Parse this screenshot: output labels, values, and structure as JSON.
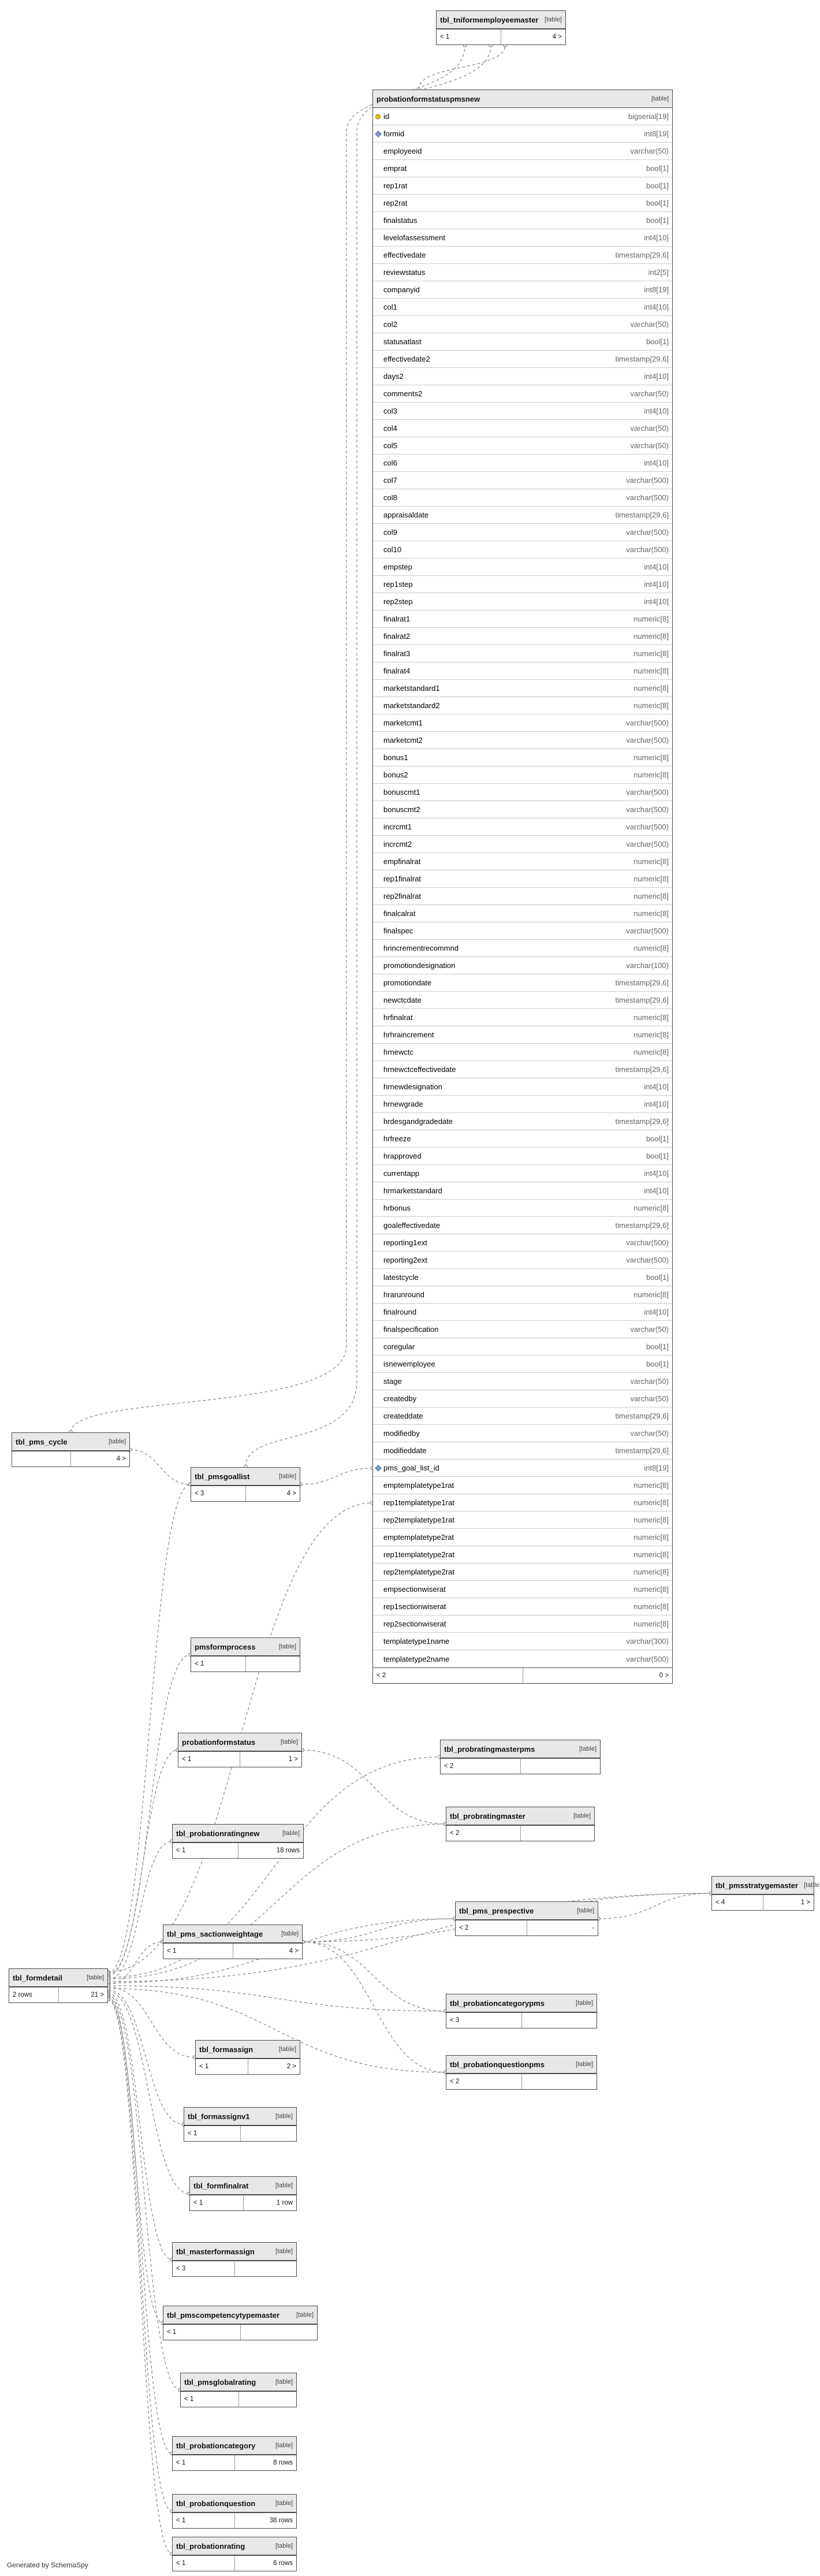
{
  "meta": {
    "generated_by": "Generated by SchemaSpy",
    "badge": "[table]"
  },
  "diagram": {
    "tables": [
      {
        "id": "tni",
        "name": "tbl_tniformemployeemaster",
        "footer_left": "< 1",
        "footer_right": "4 >"
      },
      {
        "id": "pmsnew",
        "name": "probationformstatuspmsnew",
        "footer_left": "< 2",
        "footer_right": "0 >",
        "columns": [
          {
            "n": "id",
            "t": "bigserial[19]",
            "k": "pk"
          },
          {
            "n": "formid",
            "t": "int8[19]",
            "k": "fk"
          },
          {
            "n": "employeeid",
            "t": "varchar(50)"
          },
          {
            "n": "emprat",
            "t": "bool[1]"
          },
          {
            "n": "rep1rat",
            "t": "bool[1]"
          },
          {
            "n": "rep2rat",
            "t": "bool[1]"
          },
          {
            "n": "finalstatus",
            "t": "bool[1]"
          },
          {
            "n": "levelofassessment",
            "t": "int4[10]"
          },
          {
            "n": "effectivedate",
            "t": "timestamp[29,6]"
          },
          {
            "n": "reviewstatus",
            "t": "int2[5]"
          },
          {
            "n": "companyid",
            "t": "int8[19]"
          },
          {
            "n": "col1",
            "t": "int4[10]"
          },
          {
            "n": "col2",
            "t": "varchar(50)"
          },
          {
            "n": "statusatlast",
            "t": "bool[1]"
          },
          {
            "n": "effectivedate2",
            "t": "timestamp[29,6]"
          },
          {
            "n": "days2",
            "t": "int4[10]"
          },
          {
            "n": "comments2",
            "t": "varchar(50)"
          },
          {
            "n": "col3",
            "t": "int4[10]"
          },
          {
            "n": "col4",
            "t": "varchar(50)"
          },
          {
            "n": "col5",
            "t": "varchar(50)"
          },
          {
            "n": "col6",
            "t": "int4[10]"
          },
          {
            "n": "col7",
            "t": "varchar(500)"
          },
          {
            "n": "col8",
            "t": "varchar(500)"
          },
          {
            "n": "appraisaldate",
            "t": "timestamp[29,6]"
          },
          {
            "n": "col9",
            "t": "varchar(500)"
          },
          {
            "n": "col10",
            "t": "varchar(500)"
          },
          {
            "n": "empstep",
            "t": "int4[10]"
          },
          {
            "n": "rep1step",
            "t": "int4[10]"
          },
          {
            "n": "rep2step",
            "t": "int4[10]"
          },
          {
            "n": "finalrat1",
            "t": "numeric[8]"
          },
          {
            "n": "finalrat2",
            "t": "numeric[8]"
          },
          {
            "n": "finalrat3",
            "t": "numeric[8]"
          },
          {
            "n": "finalrat4",
            "t": "numeric[8]"
          },
          {
            "n": "marketstandard1",
            "t": "numeric[8]"
          },
          {
            "n": "marketstandard2",
            "t": "numeric[8]"
          },
          {
            "n": "marketcmt1",
            "t": "varchar(500)"
          },
          {
            "n": "marketcmt2",
            "t": "varchar(500)"
          },
          {
            "n": "bonus1",
            "t": "numeric[8]"
          },
          {
            "n": "bonus2",
            "t": "numeric[8]"
          },
          {
            "n": "bonuscmt1",
            "t": "varchar(500)"
          },
          {
            "n": "bonuscmt2",
            "t": "varchar(500)"
          },
          {
            "n": "incrcmt1",
            "t": "varchar(500)"
          },
          {
            "n": "incrcmt2",
            "t": "varchar(500)"
          },
          {
            "n": "empfinalrat",
            "t": "numeric[8]"
          },
          {
            "n": "rep1finalrat",
            "t": "numeric[8]"
          },
          {
            "n": "rep2finalrat",
            "t": "numeric[8]"
          },
          {
            "n": "finalcalrat",
            "t": "numeric[8]"
          },
          {
            "n": "finalspec",
            "t": "varchar(500)"
          },
          {
            "n": "hrincrementrecommnd",
            "t": "numeric[8]"
          },
          {
            "n": "promotiondesignation",
            "t": "varchar(100)"
          },
          {
            "n": "promotiondate",
            "t": "timestamp[29,6]"
          },
          {
            "n": "newctcdate",
            "t": "timestamp[29,6]"
          },
          {
            "n": "hrfinalrat",
            "t": "numeric[8]"
          },
          {
            "n": "hrhraincrement",
            "t": "numeric[8]"
          },
          {
            "n": "hrnewctc",
            "t": "numeric[8]"
          },
          {
            "n": "hrnewctceffectivedate",
            "t": "timestamp[29,6]"
          },
          {
            "n": "hrnewdesignation",
            "t": "int4[10]"
          },
          {
            "n": "hrnewgrade",
            "t": "int4[10]"
          },
          {
            "n": "hrdesgandgradedate",
            "t": "timestamp[29,6]"
          },
          {
            "n": "hrfreeze",
            "t": "bool[1]"
          },
          {
            "n": "hrapproved",
            "t": "bool[1]"
          },
          {
            "n": "currentapp",
            "t": "int4[10]"
          },
          {
            "n": "hrmarketstandard",
            "t": "int4[10]"
          },
          {
            "n": "hrbonus",
            "t": "numeric[8]"
          },
          {
            "n": "goaleffectivedate",
            "t": "timestamp[29,6]"
          },
          {
            "n": "reporting1ext",
            "t": "varchar(500)"
          },
          {
            "n": "reporting2ext",
            "t": "varchar(500)"
          },
          {
            "n": "latestcycle",
            "t": "bool[1]"
          },
          {
            "n": "hrarunround",
            "t": "numeric[8]"
          },
          {
            "n": "finalround",
            "t": "int4[10]"
          },
          {
            "n": "finalspecification",
            "t": "varchar(50)"
          },
          {
            "n": "coregular",
            "t": "bool[1]"
          },
          {
            "n": "isnewemployee",
            "t": "bool[1]"
          },
          {
            "n": "stage",
            "t": "varchar(50)"
          },
          {
            "n": "createdby",
            "t": "varchar(50)"
          },
          {
            "n": "createddate",
            "t": "timestamp[29,6]"
          },
          {
            "n": "modifiedby",
            "t": "varchar(50)"
          },
          {
            "n": "modifieddate",
            "t": "timestamp[29,6]"
          },
          {
            "n": "pms_goal_list_id",
            "t": "int8[19]",
            "k": "fk"
          },
          {
            "n": "emptemplatetype1rat",
            "t": "numeric[8]"
          },
          {
            "n": "rep1templatetype1rat",
            "t": "numeric[8]"
          },
          {
            "n": "rep2templatetype1rat",
            "t": "numeric[8]"
          },
          {
            "n": "emptemplatetype2rat",
            "t": "numeric[8]"
          },
          {
            "n": "rep1templatetype2rat",
            "t": "numeric[8]"
          },
          {
            "n": "rep2templatetype2rat",
            "t": "numeric[8]"
          },
          {
            "n": "empsectionwiserat",
            "t": "numeric[8]"
          },
          {
            "n": "rep1sectionwiserat",
            "t": "numeric[8]"
          },
          {
            "n": "rep2sectionwiserat",
            "t": "numeric[8]"
          },
          {
            "n": "templatetype1name",
            "t": "varchar(300)"
          },
          {
            "n": "templatetype2name",
            "t": "varchar(500)"
          }
        ]
      },
      {
        "id": "cycle",
        "name": "tbl_pms_cycle",
        "footer_left": "",
        "footer_right": "4 >"
      },
      {
        "id": "goallist",
        "name": "tbl_pmsgoallist",
        "footer_left": "< 3",
        "footer_right": "4 >"
      },
      {
        "id": "formprocess",
        "name": "pmsformprocess",
        "footer_left": "< 1",
        "footer_right": ""
      },
      {
        "id": "probformstatus",
        "name": "probationformstatus",
        "footer_left": "< 1",
        "footer_right": "1 >"
      },
      {
        "id": "probratingnew",
        "name": "tbl_probationratingnew",
        "footer_left": "< 1",
        "footer_right": "18 rows"
      },
      {
        "id": "probratingmasterpms",
        "name": "tbl_probratingmasterpms",
        "footer_left": "< 2",
        "footer_right": ""
      },
      {
        "id": "probratingmaster",
        "name": "tbl_probratingmaster",
        "footer_left": "< 2",
        "footer_right": ""
      },
      {
        "id": "prespective",
        "name": "tbl_pms_prespective",
        "footer_left": "< 2",
        "footer_right": "-"
      },
      {
        "id": "stratyge",
        "name": "tbl_pmsstratygemaster",
        "footer_left": "< 4",
        "footer_right": "1 >"
      },
      {
        "id": "saction",
        "name": "tbl_pms_sactionweightage",
        "footer_left": "< 1",
        "footer_right": "4 >"
      },
      {
        "id": "formdetail",
        "name": "tbl_formdetail",
        "footer_left": "2 rows",
        "footer_right": "21 >"
      },
      {
        "id": "probcatpms",
        "name": "tbl_probationcategorypms",
        "footer_left": "< 3",
        "footer_right": ""
      },
      {
        "id": "probqpms",
        "name": "tbl_probationquestionpms",
        "footer_left": "< 2",
        "footer_right": ""
      },
      {
        "id": "formassign",
        "name": "tbl_formassign",
        "footer_left": "< 1",
        "footer_right": "2 >"
      },
      {
        "id": "formassignv1",
        "name": "tbl_formassignv1",
        "footer_left": "< 1",
        "footer_right": ""
      },
      {
        "id": "formfinalrat",
        "name": "tbl_formfinalrat",
        "footer_left": "< 1",
        "footer_right": "1 row"
      },
      {
        "id": "masterformassign",
        "name": "tbl_masterformassign",
        "footer_left": "< 3",
        "footer_right": ""
      },
      {
        "id": "competencytype",
        "name": "tbl_pmscompetencytypemaster",
        "footer_left": "< 1",
        "footer_right": ""
      },
      {
        "id": "globalrating",
        "name": "tbl_pmsglobalrating",
        "footer_left": "< 1",
        "footer_right": ""
      },
      {
        "id": "probcategory",
        "name": "tbl_probationcategory",
        "footer_left": "< 1",
        "footer_right": "8 rows"
      },
      {
        "id": "probquestion",
        "name": "tbl_probationquestion",
        "footer_left": "< 1",
        "footer_right": "38 rows"
      },
      {
        "id": "probrating",
        "name": "tbl_probationrating",
        "footer_left": "< 1",
        "footer_right": "6 rows"
      }
    ],
    "edges": [
      {
        "from": "pmsnew",
        "to": "tni"
      },
      {
        "from": "goallist",
        "to": "tni"
      },
      {
        "from": "cycle",
        "to": "tni"
      },
      {
        "from": "cycle",
        "to": "goallist"
      },
      {
        "from": "goallist",
        "to": "pmsnew"
      },
      {
        "from": "formdetail",
        "to": "pmsnew"
      },
      {
        "from": "formdetail",
        "to": "goallist"
      },
      {
        "from": "formdetail",
        "to": "formprocess"
      },
      {
        "from": "formdetail",
        "to": "probformstatus"
      },
      {
        "from": "formdetail",
        "to": "probratingnew"
      },
      {
        "from": "formdetail",
        "to": "saction"
      },
      {
        "from": "formdetail",
        "to": "formassign"
      },
      {
        "from": "formdetail",
        "to": "formassignv1"
      },
      {
        "from": "formdetail",
        "to": "formfinalrat"
      },
      {
        "from": "formdetail",
        "to": "masterformassign"
      },
      {
        "from": "formdetail",
        "to": "competencytype"
      },
      {
        "from": "formdetail",
        "to": "globalrating"
      },
      {
        "from": "formdetail",
        "to": "probcategory"
      },
      {
        "from": "formdetail",
        "to": "probquestion"
      },
      {
        "from": "formdetail",
        "to": "probrating"
      },
      {
        "from": "formdetail",
        "to": "probratingmasterpms"
      },
      {
        "from": "formdetail",
        "to": "probratingmaster"
      },
      {
        "from": "formdetail",
        "to": "prespective"
      },
      {
        "from": "formdetail",
        "to": "probcatpms"
      },
      {
        "from": "formdetail",
        "to": "probqpms"
      },
      {
        "from": "formdetail",
        "to": "stratyge"
      },
      {
        "from": "saction",
        "to": "stratyge"
      },
      {
        "from": "saction",
        "to": "prespective"
      },
      {
        "from": "saction",
        "to": "probcatpms"
      },
      {
        "from": "saction",
        "to": "probqpms"
      },
      {
        "from": "prespective",
        "to": "stratyge"
      },
      {
        "from": "probformstatus",
        "to": "probratingmaster"
      }
    ]
  }
}
